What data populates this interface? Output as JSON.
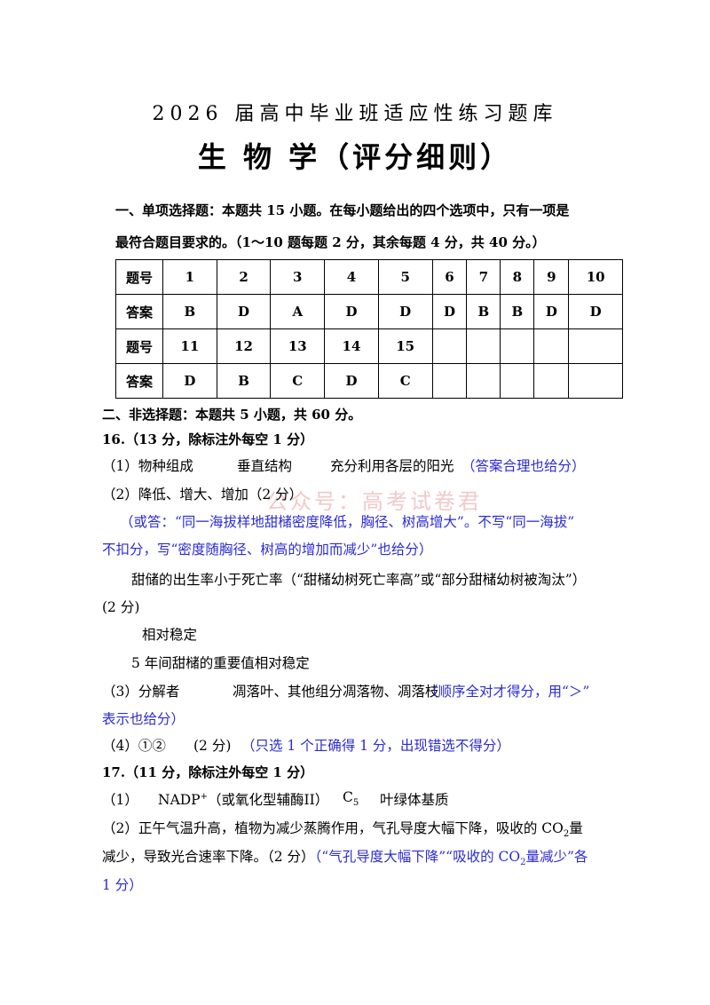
{
  "header": {
    "line1": "2026 届高中毕业班适应性练习题库",
    "line2": "生  物  学（评分细则）"
  },
  "section1": {
    "heading_a": "一、单项选择题：本题共 15 小题。在每小题给出的四个选项中，只有一项是",
    "heading_b": "最符合题目要求的。（1～10 题每题 2 分，其余每题 4 分，共 40 分。）",
    "table": {
      "row_label_number": "题号",
      "row_label_answer": "答案",
      "numbers_1": [
        "1",
        "2",
        "3",
        "4",
        "5",
        "6",
        "7",
        "8",
        "9",
        "10"
      ],
      "answers_1": [
        "B",
        "D",
        "A",
        "D",
        "D",
        "D",
        "B",
        "B",
        "D",
        "D"
      ],
      "numbers_2": [
        "11",
        "12",
        "13",
        "14",
        "15",
        "",
        "",
        "",
        "",
        ""
      ],
      "answers_2": [
        "D",
        "B",
        "C",
        "D",
        "C",
        "",
        "",
        "",
        "",
        ""
      ]
    }
  },
  "section2": {
    "heading": "二、非选择题：本题共 5 小题，共 60 分。"
  },
  "q16": {
    "title": "16.（13 分，除标注外每空 1 分）",
    "p1_label": "（1）物种组成",
    "p1_b": "垂直结构",
    "p1_c": "充分利用各层的阳光",
    "p1_note": "（答案合理也给分）",
    "p2_label": "（2）降低、增大、增加（2 分）",
    "p2_note_a": "（或答：“同一海拔样地甜槠密度降低，胸径、树高增大”。不写“同一海拔”",
    "p2_note_b": "不扣分，写“密度随胸径、树高的增加而减少”也给分）",
    "p2_line3": "甜储的出生率小于死亡率（“甜槠幼树死亡率高”或“部分甜槠幼树被淘汰”）",
    "p2_line3b": "(2 分)",
    "p2_line4": "相对稳定",
    "p2_line5": "5 年间甜槠的重要值相对稳定",
    "p3_label": "（3）分解者",
    "p3_b": "凋落叶、其他组分凋落物、凋落枝",
    "p3_note_a": "（顺序全对才得分，用“＞”",
    "p3_note_b": "表示也给分）",
    "p4_label": "（4）①②",
    "p4_b": "(2 分)",
    "p4_note": "（只选 1 个正确得 1 分，出现错选不得分）"
  },
  "q17": {
    "title": "17.（11 分，除标注外每空 1 分）",
    "p1_label": "（1）",
    "p1_a": "NADP",
    "p1_a_sup": "+",
    "p1_a2": "（或氧化型辅酶II）",
    "p1_b": "C",
    "p1_b_sub": "5",
    "p1_c": "叶绿体基质",
    "p2_a": "（2）正午气温升高，植物为减少蒸腾作用，气孔导度大幅下降，吸收的 CO",
    "p2_a_sub": "2",
    "p2_a2": "量",
    "p2_b": "减少，导致光合速率下降。（2 分）",
    "p2_note_a": "（“气孔导度大幅下降”“吸收的 CO",
    "p2_note_sub": "2",
    "p2_note_a2": "量减少”各",
    "p2_note_b": "1 分）"
  },
  "watermark": "公众号：高考试卷君"
}
